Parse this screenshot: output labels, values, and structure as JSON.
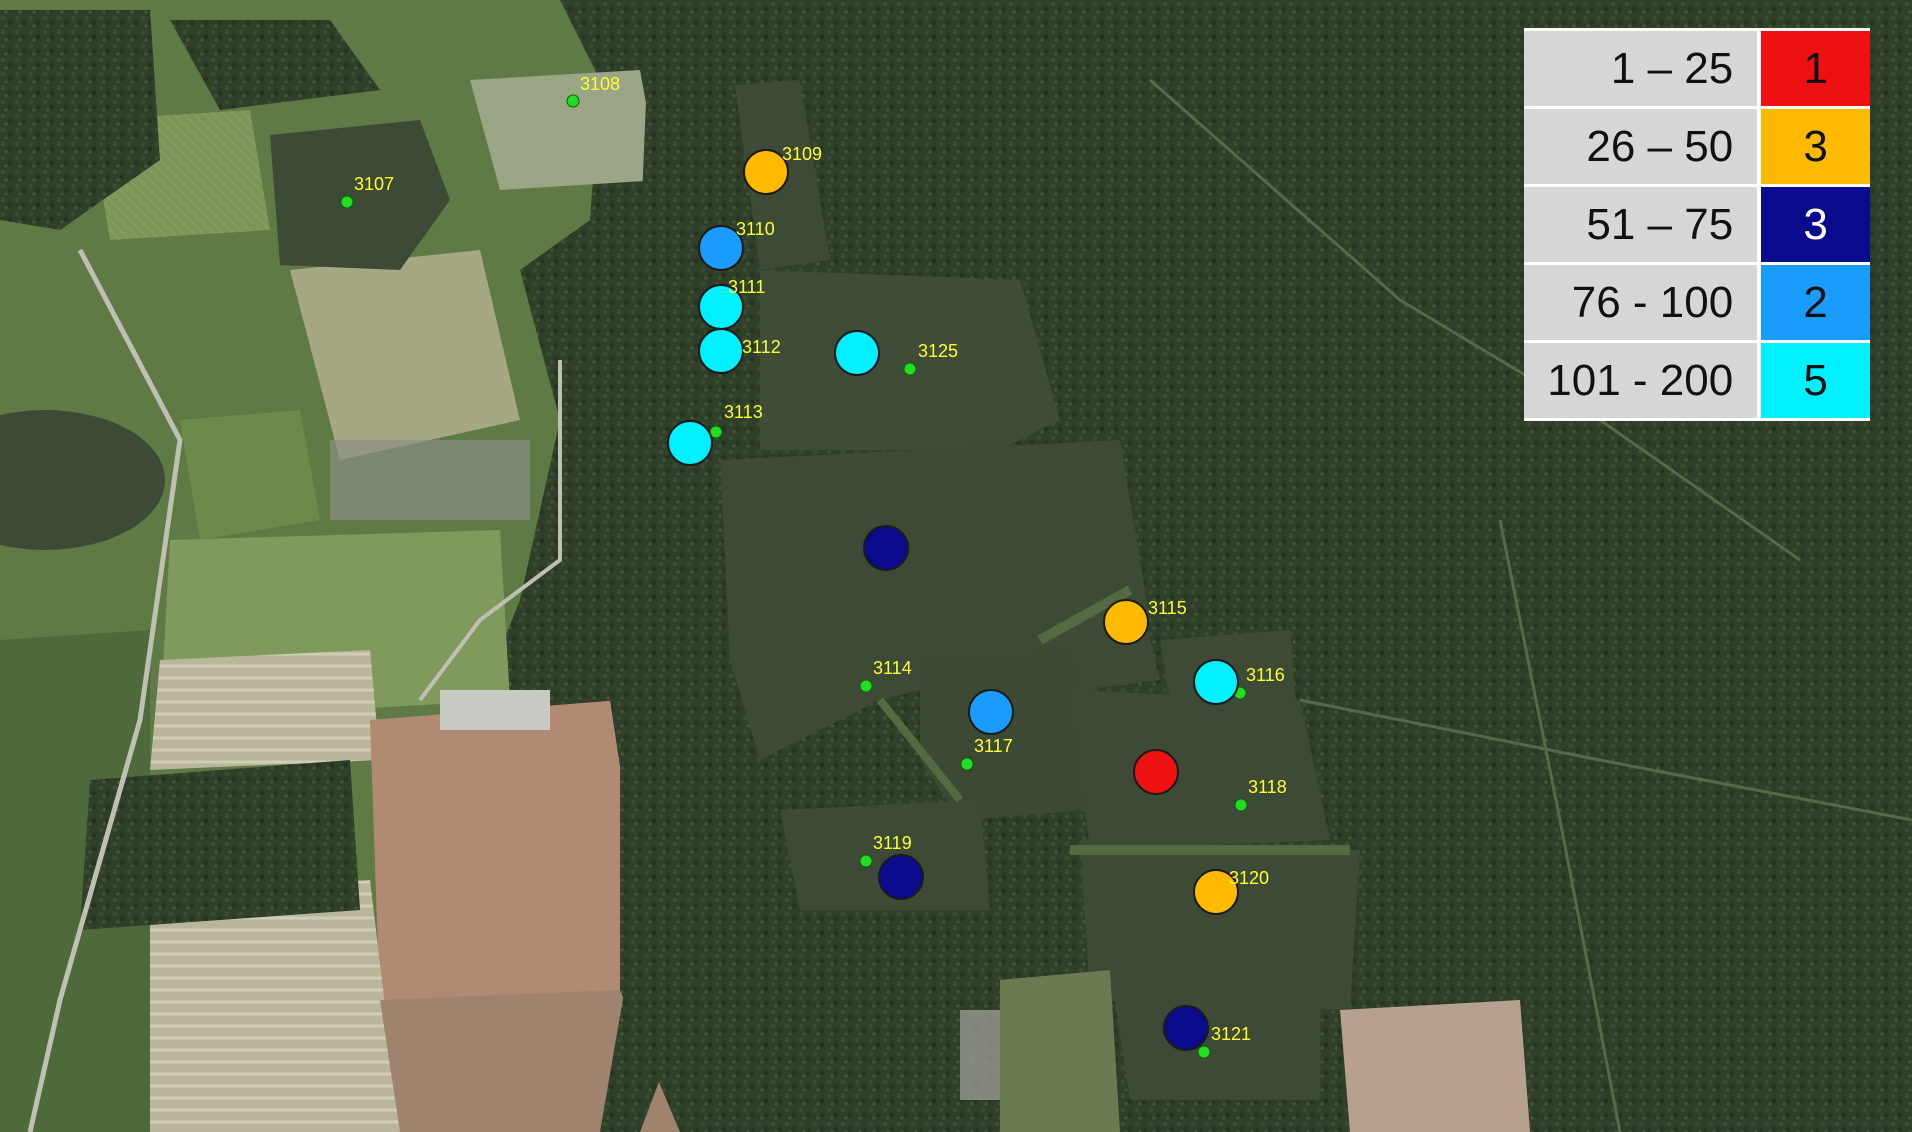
{
  "legend": [
    {
      "range": "1 – 25",
      "count": "1",
      "color": "#ee1111",
      "text_color": "#111111"
    },
    {
      "range": "26 – 50",
      "count": "3",
      "color": "#ffba00",
      "text_color": "#111111"
    },
    {
      "range": "51 – 75",
      "count": "3",
      "color": "#0a0a8c",
      "text_color": "#ffffff"
    },
    {
      "range": "76 - 100",
      "count": "2",
      "color": "#1a9cff",
      "text_color": "#111111"
    },
    {
      "range": "101 - 200",
      "count": "5",
      "color": "#00f0ff",
      "text_color": "#111111"
    }
  ],
  "sites": [
    {
      "id": "3107",
      "category": "none"
    },
    {
      "id": "3108",
      "category": "none"
    },
    {
      "id": "3109",
      "category": "26 – 50"
    },
    {
      "id": "3110",
      "category": "76 - 100"
    },
    {
      "id": "3111",
      "category": "101 - 200"
    },
    {
      "id": "3112",
      "category": "101 - 200"
    },
    {
      "id": "3113",
      "category": "101 - 200"
    },
    {
      "id": "3114",
      "category": "none"
    },
    {
      "id": "3115",
      "category": "26 – 50"
    },
    {
      "id": "3116",
      "category": "101 - 200"
    },
    {
      "id": "3117",
      "category": "76 - 100"
    },
    {
      "id": "3118",
      "category": "none"
    },
    {
      "id": "3119",
      "category": "51 – 75"
    },
    {
      "id": "3120",
      "category": "26 – 50"
    },
    {
      "id": "3121",
      "category": "51 – 75"
    },
    {
      "id": "3125",
      "category": "101 - 200"
    }
  ],
  "unlabeled_markers": [
    {
      "category": "101 - 200"
    },
    {
      "category": "51 – 75"
    },
    {
      "category": "1 – 25"
    }
  ],
  "colors": {
    "station_dot": "#22dd22",
    "label_text": "#ffff33",
    "water": "#3d4a36",
    "forest": "#2e3d28",
    "field": "#7f9a5c"
  }
}
